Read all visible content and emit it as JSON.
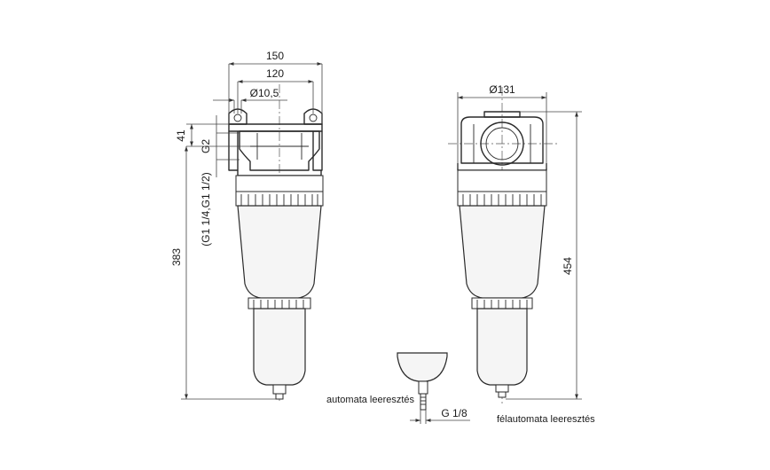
{
  "dimensions": {
    "width_150": "150",
    "width_120": "120",
    "hole_diameter": "Ø10,5",
    "top_41": "41",
    "port_g2": "G2",
    "port_alt": "(G1 1/4,G1 1/2)",
    "height_383": "383",
    "diameter_131": "Ø131",
    "height_454": "454",
    "drain_thread": "G 1/8"
  },
  "labels": {
    "auto_drain": "automata leeresztés",
    "semi_auto_drain": "félautomata leeresztés"
  }
}
